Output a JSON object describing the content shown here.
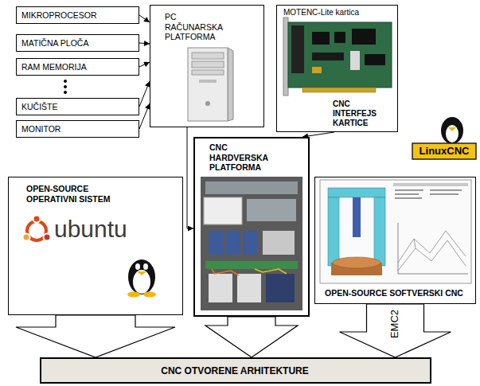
{
  "diagram": {
    "nodes": [
      {
        "text": [
          "MIKROPROCESOR"
        ]
      },
      {
        "text": [
          "MATIČNA PLOČA"
        ]
      },
      {
        "text": [
          "RAM MEMORIJA"
        ]
      },
      {
        "text": [
          "KUČIŠTE"
        ]
      },
      {
        "text": [
          "MONITOR"
        ]
      },
      {
        "text": [
          "PC RAČUNARSKA PLATFORMA"
        ]
      },
      {
        "text": [
          "MOTENC-Lite kartica",
          "CNC INTERFEJS KARTICE"
        ]
      },
      {
        "text": [
          "CNC HARDVERSKA PLATFORMA"
        ]
      },
      {
        "text": [
          "OPEN-SOURCE OPERATIVNI SISTEM"
        ]
      },
      {
        "text": [
          "OPEN-SOURCE SOFTVERSKI CNC"
        ]
      },
      {
        "text": [
          "CNC OTVORENE ARHITEKTURE"
        ]
      }
    ],
    "edges": [
      {
        "from": 0,
        "to": 5,
        "arrow": "to"
      },
      {
        "from": 1,
        "to": 5,
        "arrow": "to"
      },
      {
        "from": 2,
        "to": 5,
        "arrow": "to"
      },
      {
        "from": 3,
        "to": 5,
        "arrow": "to"
      },
      {
        "from": 4,
        "to": 5,
        "arrow": "to"
      },
      {
        "from": 5,
        "to": 7,
        "arrow": "to"
      },
      {
        "from": 6,
        "to": 7,
        "arrow": "to"
      },
      {
        "from": 8,
        "to": 10,
        "arrow": "to"
      },
      {
        "from": 7,
        "to": 10,
        "arrow": "to"
      },
      {
        "from": 9,
        "to": 10,
        "label": "EMC2",
        "arrow": "to"
      }
    ],
    "labels": [
      "ubuntu",
      "LinuxCNC"
    ]
  }
}
